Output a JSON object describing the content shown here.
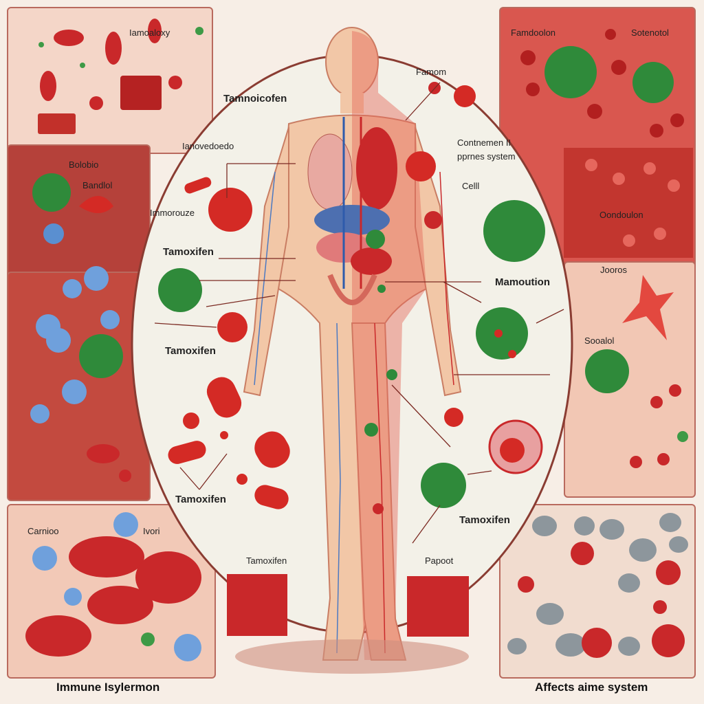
{
  "left_panels": {
    "top_a": "Iamoaloxy",
    "mid_a": "Bolobio",
    "mid_b": "Bandlol",
    "bottom_a": "Carnioo",
    "bottom_b": "Ivori"
  },
  "right_panels": {
    "top_a": "Famdoolon",
    "top_b": "Sotenotol",
    "mid_a": "Oondoulon",
    "mid_b": "Jooros",
    "mid_c": "Sooalol"
  },
  "center_labels": {
    "l1": "Tamnoicofen",
    "l2": "Ianovedoedo",
    "l3": "Immorouze",
    "l4": "Tamoxifen",
    "l5": "Tamoxifen",
    "l6": "Tamoxifen",
    "l7": "Tamoxifen",
    "r1": "Famom",
    "r2": "Contnemen II",
    "r3": "pprnes system",
    "r4": "Celll",
    "r5": "Mamoution",
    "r6": "Tamoxifen",
    "r7": "Papoot"
  },
  "captions": {
    "left": "Immune Isylermon",
    "right": "Affects aime system"
  },
  "colors": {
    "red": "#d42a25",
    "green": "#2f8a3a",
    "blue": "#5a8fd0",
    "skin": "#f2c7a7",
    "bg_panel": "#f3d3c7"
  }
}
